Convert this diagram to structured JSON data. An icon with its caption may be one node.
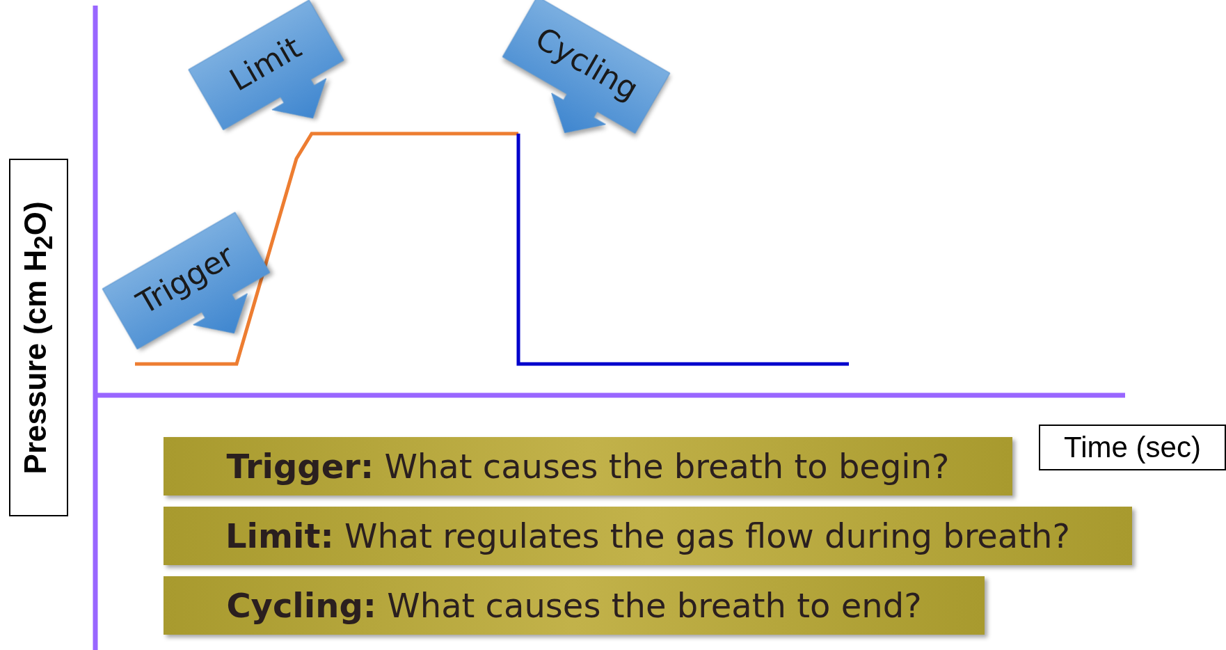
{
  "diagram": {
    "nodes": [
      {
        "text": [
          "Limit"
        ]
      },
      {
        "text": [
          "Cycling"
        ]
      },
      {
        "text": [
          "Trigger"
        ]
      },
      {
        "text": [
          "Pressure (cm H$_{2}$O)"
        ]
      },
      {
        "text": [
          "Time (sec)"
        ]
      },
      {
        "text": [
          "**Trigger:** What causes the breath to begin?"
        ]
      },
      {
        "text": [
          "**Limit:** What regulates the gas flow during breath?"
        ]
      },
      {
        "text": [
          "**Cycling:** What causes the breath to end?"
        ]
      }
    ],
    "edges": []
  }
}
